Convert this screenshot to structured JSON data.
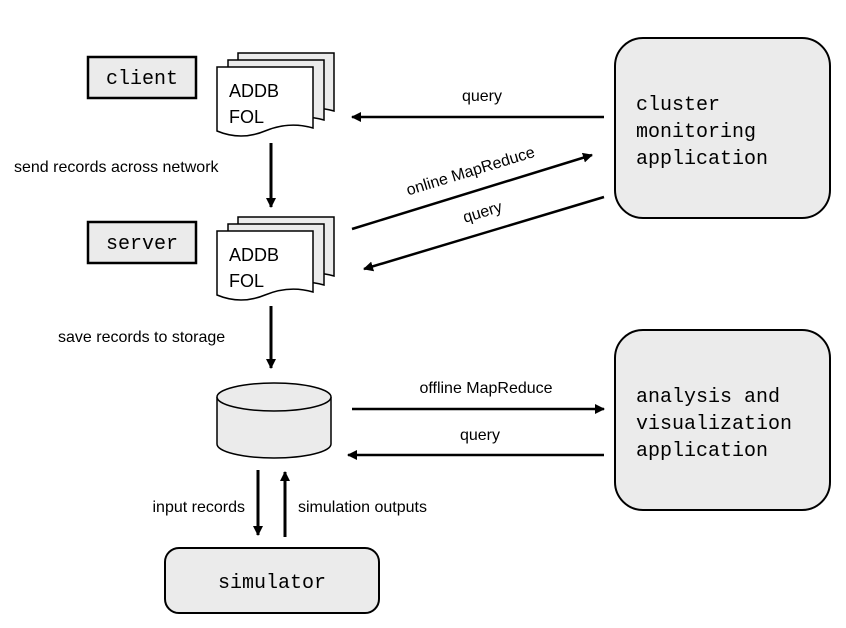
{
  "nodes": {
    "client": "client",
    "server": "server",
    "client_doc": [
      "ADDB",
      "FOL"
    ],
    "server_doc": [
      "ADDB",
      "FOL"
    ],
    "cluster_app": [
      "cluster",
      "monitoring",
      "application"
    ],
    "analysis_app": [
      "analysis and",
      "visualization",
      "application"
    ],
    "simulator": "simulator"
  },
  "edges": {
    "send_records": "send records across network",
    "save_records": "save records to storage",
    "query_top": "query",
    "online_mapreduce": "online MapReduce",
    "query_diag": "query",
    "offline_mapreduce": "offline MapReduce",
    "query_bottom": "query",
    "input_records": "input records",
    "simulation_outputs": "simulation outputs"
  },
  "colors": {
    "box_fill": "#ebebeb",
    "stroke": "#000000",
    "page_fill": "#ffffff"
  }
}
